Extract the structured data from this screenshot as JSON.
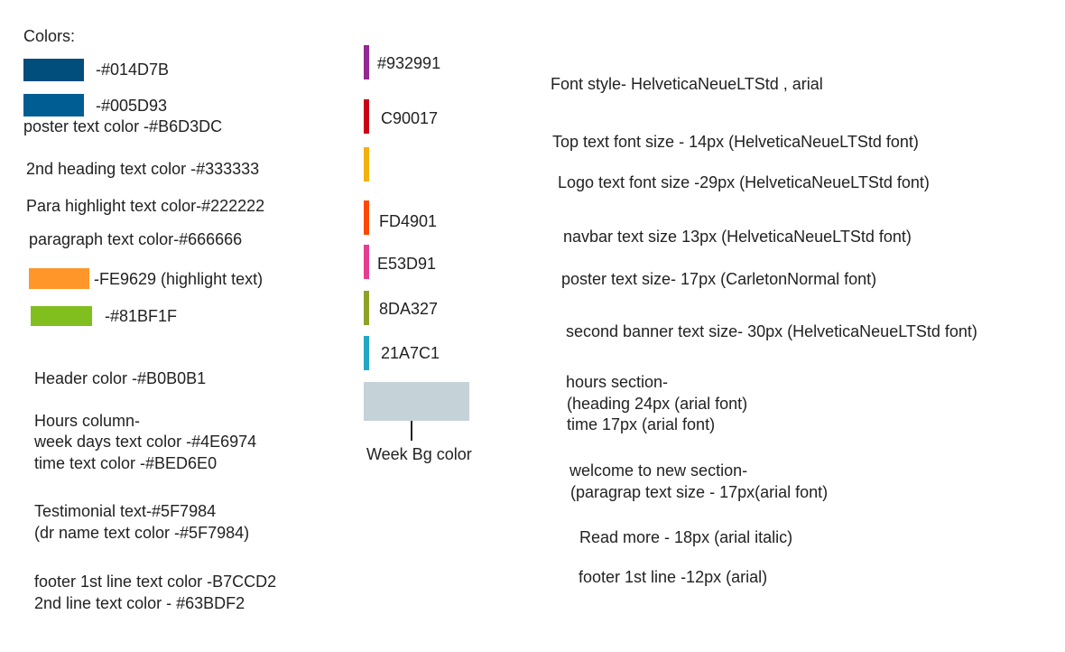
{
  "left": {
    "title": "Colors:",
    "swatches": [
      {
        "color": "#014D7B",
        "label": "-#014D7B"
      },
      {
        "color": "#005D93",
        "label": "-#005D93"
      },
      {
        "color": "#FE9629",
        "label": "-FE9629 (highlight text)"
      },
      {
        "color": "#81BF1F",
        "label": "-#81BF1F"
      }
    ],
    "poster_text": "poster text color -#B6D3DC",
    "heading2": "2nd heading text color -#333333",
    "para_highlight": "Para highlight text color-#222222",
    "paragraph": "paragraph text color-#666666",
    "header": "Header color -#B0B0B1",
    "hours_lines": [
      "Hours column-",
      "week days text color -#4E6974",
      "time text color -#BED6E0"
    ],
    "testimonial_lines": [
      "Testimonial text-#5F7984",
      "(dr name text color -#5F7984)"
    ],
    "footer_lines": [
      "footer 1st line text color -B7CCD2",
      "2nd line text color - #63BDF2"
    ]
  },
  "middle": {
    "bars": [
      {
        "color": "#932991",
        "label": "#932991"
      },
      {
        "color": "#C90017",
        "label": "C90017"
      },
      {
        "color": "#F2B10D",
        "label": ""
      },
      {
        "color": "#FD4901",
        "label": "FD4901"
      },
      {
        "color": "#E53D91",
        "label": "E53D91"
      },
      {
        "color": "#8DA327",
        "label": "8DA327"
      },
      {
        "color": "#21A7C1",
        "label": "21A7C1"
      }
    ],
    "week_bg": {
      "color": "#C5D3D9",
      "label": "Week Bg color"
    }
  },
  "right": {
    "font_style": "Font style- HelveticaNeueLTStd , arial",
    "top_text": "Top text font size - 14px (HelveticaNeueLTStd font)",
    "logo_text": "Logo text font size -29px (HelveticaNeueLTStd font)",
    "navbar_text": "navbar text size 13px (HelveticaNeueLTStd font)",
    "poster_text": "poster text size- 17px (CarletonNormal font)",
    "second_banner": "second banner text size- 30px (HelveticaNeueLTStd font)",
    "hours_lines": [
      "hours section-",
      "(heading 24px (arial font)",
      "time 17px (arial font)"
    ],
    "welcome_lines": [
      "welcome to new section-",
      "(paragrap text size - 17px(arial font)"
    ],
    "read_more": "Read more - 18px (arial italic)",
    "footer_line": "footer 1st line -12px (arial)"
  }
}
